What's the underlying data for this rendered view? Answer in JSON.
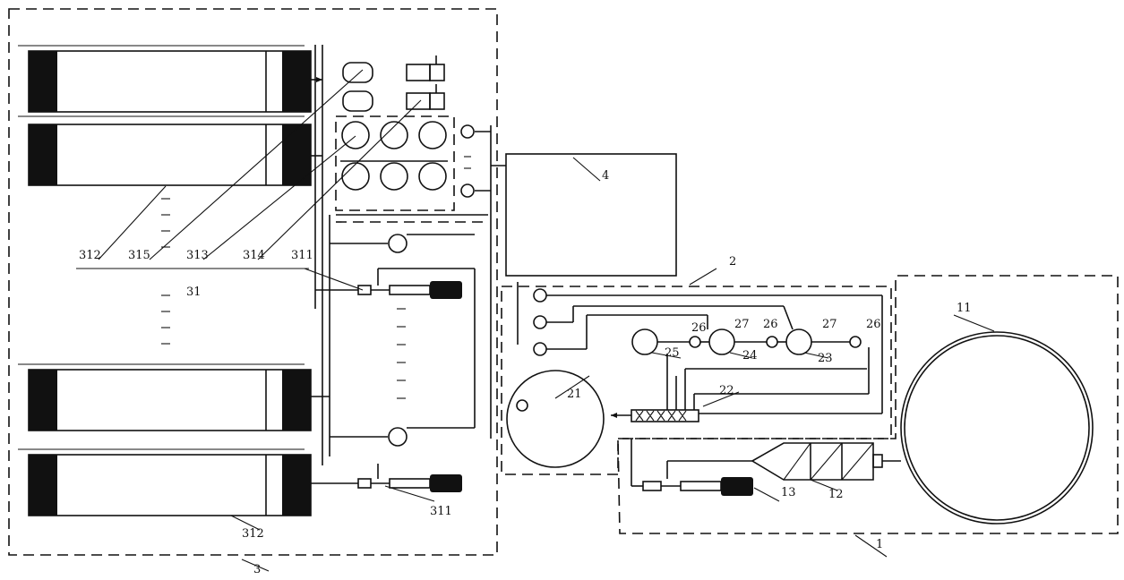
{
  "labels": {
    "l1": "1",
    "l11": "11",
    "l12": "12",
    "l13": "13",
    "l2": "2",
    "l21": "21",
    "l22": "22",
    "l23": "23",
    "l24": "24",
    "l25": "25",
    "l26a": "26",
    "l26b": "26",
    "l26c": "26",
    "l27a": "27",
    "l27b": "27",
    "l3": "3",
    "l31": "31",
    "l311a": "311",
    "l311b": "311",
    "l312a": "312",
    "l312b": "312",
    "l313": "313",
    "l314": "314",
    "l315": "315",
    "l4": "4"
  }
}
